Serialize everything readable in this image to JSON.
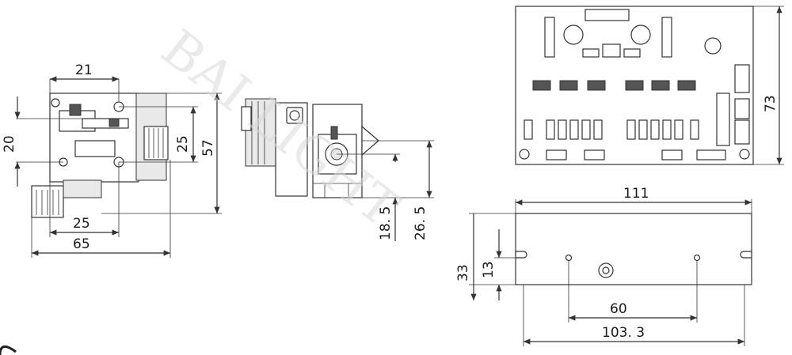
{
  "watermark": "BAI LIGHT",
  "dimensions": {
    "d21": "21",
    "d20": "20",
    "d25_v": "25",
    "d57": "57",
    "d25_h": "25",
    "d65": "65",
    "d18_5": "18. 5",
    "d26_5": "26. 5",
    "d111": "111",
    "d73": "73",
    "d33": "33",
    "d13": "13",
    "d60": "60",
    "d103_3": "103. 3"
  }
}
